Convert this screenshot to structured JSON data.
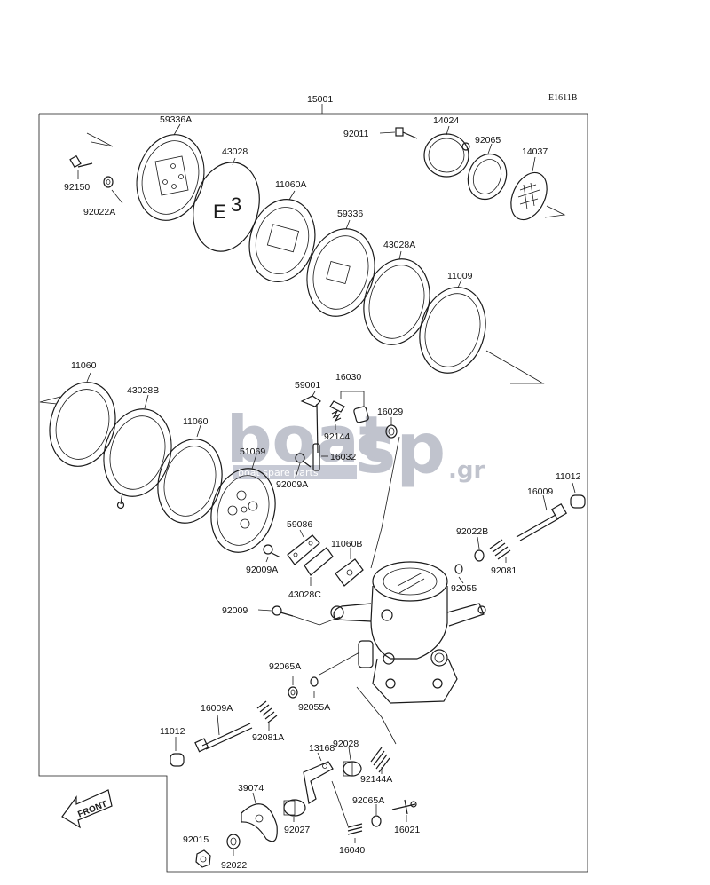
{
  "diagram_code": "E1611B",
  "assembly_number": "15001",
  "front_marker": "FRONT",
  "watermark": {
    "brand_left": "boat",
    "brand_right": "sp",
    "domain": ".gr",
    "tagline": "boat spare parts"
  },
  "parts": {
    "p59336A": "59336A",
    "p43028": "43028",
    "p11060A": "11060A",
    "p59336": "59336",
    "p43028A": "43028A",
    "p11009": "11009",
    "p92150": "92150",
    "p92022A": "92022A",
    "p92011": "92011",
    "p14024": "14024",
    "p92065": "92065",
    "p14037": "14037",
    "p11060_left": "11060",
    "p43028B": "43028B",
    "p11060_mid": "11060",
    "p51069": "51069",
    "p59001": "59001",
    "p16030": "16030",
    "p16029": "16029",
    "p92144": "92144",
    "p16032": "16032",
    "p92009A_top": "92009A",
    "p11012_right": "11012",
    "p16009": "16009",
    "p92022B": "92022B",
    "p92081": "92081",
    "p59086": "59086",
    "p11060B": "11060B",
    "p92009A_mid": "92009A",
    "p43028C": "43028C",
    "p92055": "92055",
    "p92009": "92009",
    "p92065A_mid": "92065A",
    "p92055A": "92055A",
    "p16009A": "16009A",
    "p92081A": "92081A",
    "p11012_left": "11012",
    "p13168": "13168",
    "p92028": "92028",
    "p92144A": "92144A",
    "p39074": "39074",
    "p92065A_low": "92065A",
    "p92027": "92027",
    "p16021": "16021",
    "p92015": "92015",
    "p92022": "92022",
    "p16040": "16040"
  }
}
